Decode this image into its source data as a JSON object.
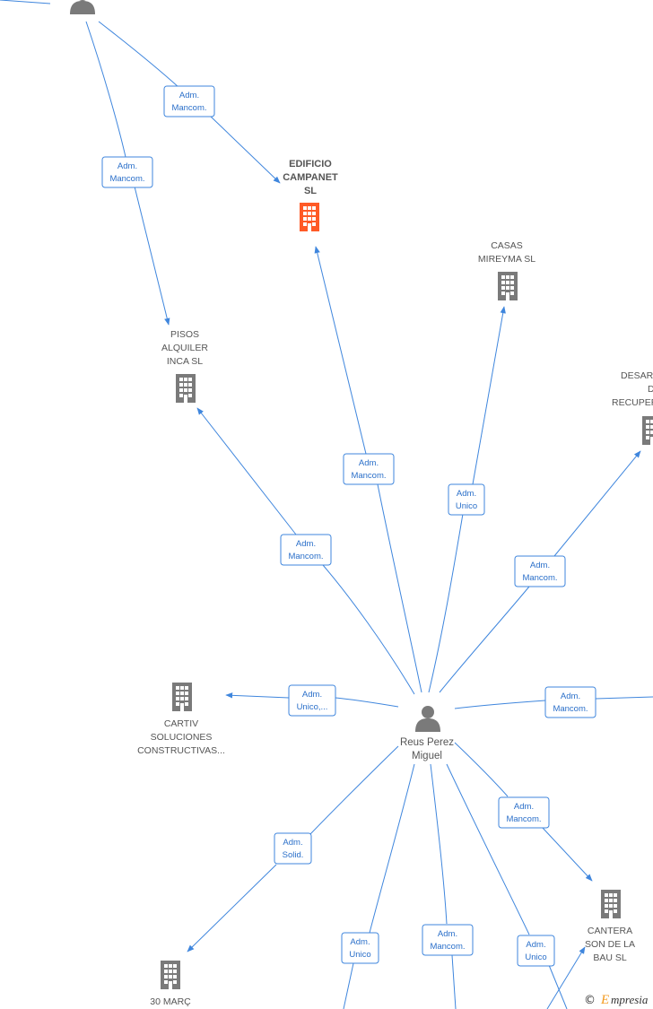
{
  "colors": {
    "edge": "#3f86dd",
    "building": "#7a7a7a",
    "focus_building": "#ff5a26",
    "person": "#7a7a7a"
  },
  "nodes": {
    "edificio": {
      "lines": [
        "EDIFICIO",
        "CAMPANET",
        "SL"
      ],
      "icon": "building-icon",
      "focus": true
    },
    "casas": {
      "lines": [
        "CASAS",
        "MIREYMA  SL"
      ],
      "icon": "building-icon"
    },
    "pisos": {
      "lines": [
        "PISOS",
        "ALQUILER",
        "INCA  SL"
      ],
      "icon": "building-icon"
    },
    "desar": {
      "lines": [
        "DESAR",
        "D",
        "RECUPER"
      ],
      "icon": "building-icon"
    },
    "cartiv": {
      "lines": [
        "CARTIV",
        "SOLUCIONES",
        "CONSTRUCTIVAS..."
      ],
      "icon": "building-icon"
    },
    "cantera": {
      "lines": [
        "CANTERA",
        "SON DE LA",
        "BAU  SL"
      ],
      "icon": "building-icon"
    },
    "marc": {
      "lines": [
        "30 MARÇ"
      ],
      "icon": "building-icon"
    },
    "reus": {
      "lines": [
        "Reus Perez",
        "Miguel"
      ],
      "icon": "person-icon"
    },
    "top_person": {
      "lines": [],
      "icon": "person-icon"
    }
  },
  "edges": [
    {
      "label": [
        "Adm.",
        "Mancom."
      ]
    },
    {
      "label": [
        "Adm.",
        "Mancom."
      ]
    },
    {
      "label": [
        "Adm.",
        "Mancom."
      ]
    },
    {
      "label": [
        "Adm.",
        "Unico"
      ]
    },
    {
      "label": [
        "Adm.",
        "Mancom."
      ]
    },
    {
      "label": [
        "Adm.",
        "Mancom."
      ]
    },
    {
      "label": [
        "Adm.",
        "Unico,..."
      ]
    },
    {
      "label": [
        "Adm.",
        "Mancom."
      ]
    },
    {
      "label": [
        "Adm.",
        "Mancom."
      ]
    },
    {
      "label": [
        "Adm.",
        "Solid."
      ]
    },
    {
      "label": [
        "Adm.",
        "Unico"
      ]
    },
    {
      "label": [
        "Adm.",
        "Mancom."
      ]
    },
    {
      "label": [
        "Adm.",
        "Unico"
      ]
    }
  ],
  "footer": {
    "copyright": "©",
    "brand_initial": "E",
    "brand_rest": "mpresia"
  }
}
